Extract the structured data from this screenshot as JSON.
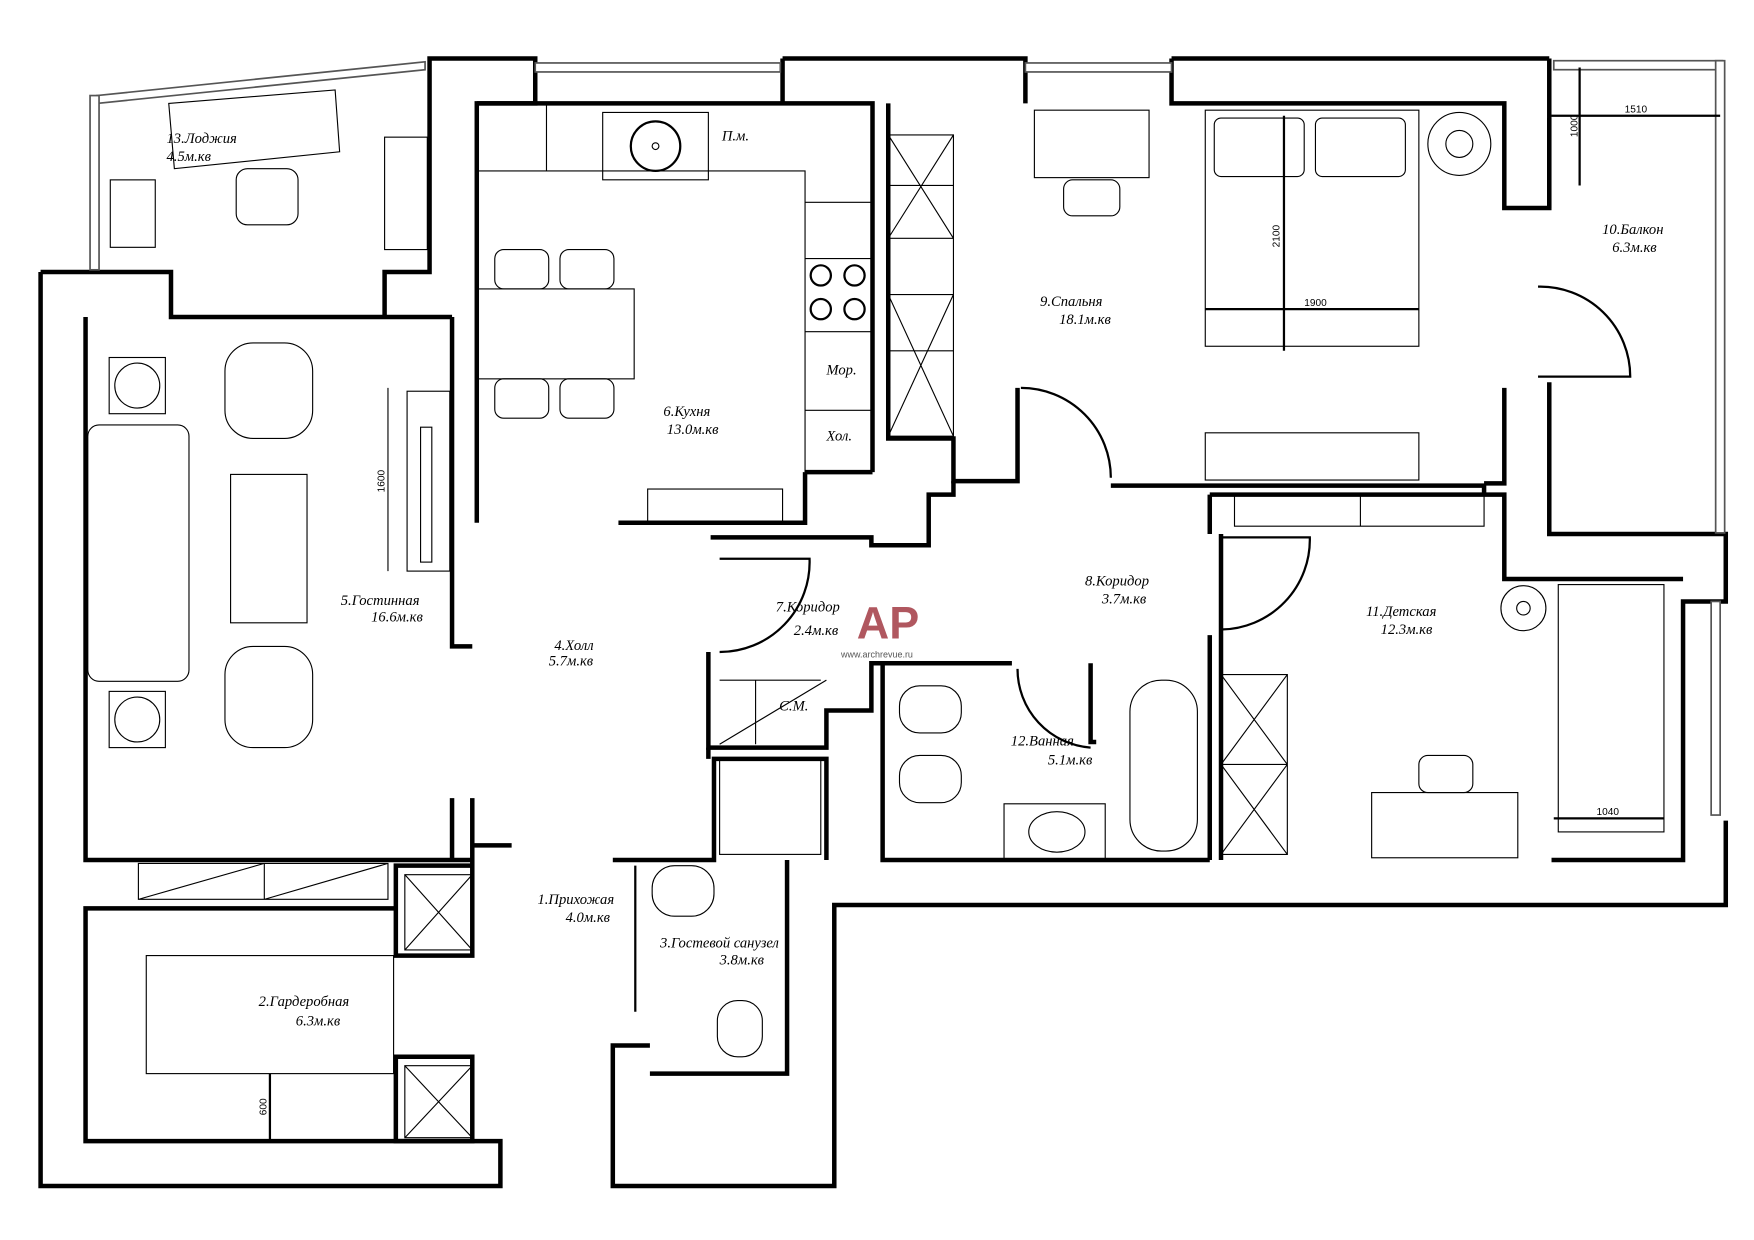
{
  "rooms": {
    "r1": {
      "name": "1.Прихожая",
      "area": "4.0м.кв"
    },
    "r2": {
      "name": "2.Гардеробная",
      "area": "6.3м.кв"
    },
    "r3": {
      "name": "3.Гостевой санузел",
      "area": "3.8м.кв"
    },
    "r4": {
      "name": "4.Холл",
      "area": "5.7м.кв"
    },
    "r5": {
      "name": "5.Гостинная",
      "area": "16.6м.кв"
    },
    "r6": {
      "name": "6.Кухня",
      "area": "13.0м.кв"
    },
    "r7": {
      "name": "7.Коридор",
      "area": "2.4м.кв"
    },
    "r8": {
      "name": "8.Коридор",
      "area": "3.7м.кв"
    },
    "r9": {
      "name": "9.Спальня",
      "area": "18.1м.кв"
    },
    "r10": {
      "name": "10.Балкон",
      "area": "6.3м.кв"
    },
    "r11": {
      "name": "11.Детская",
      "area": "12.3м.кв"
    },
    "r12": {
      "name": "12.Ванная",
      "area": "5.1м.кв"
    },
    "r13": {
      "name": "13.Лоджия",
      "area": "4.5м.кв"
    }
  },
  "fixtures": {
    "dishwasher": "П.м.",
    "freezer": "Мор.",
    "fridge": "Хол.",
    "washer": "С.М."
  },
  "dimensions": {
    "balcony_width": "1510",
    "balcony_depth": "1000",
    "bed_length": "2100",
    "bed_width": "1900",
    "tv_unit": "1600",
    "kids_desk": "1040",
    "wardrobe_depth": "600"
  },
  "watermark": {
    "logo": "AP",
    "url": "www.archrevue.ru"
  }
}
